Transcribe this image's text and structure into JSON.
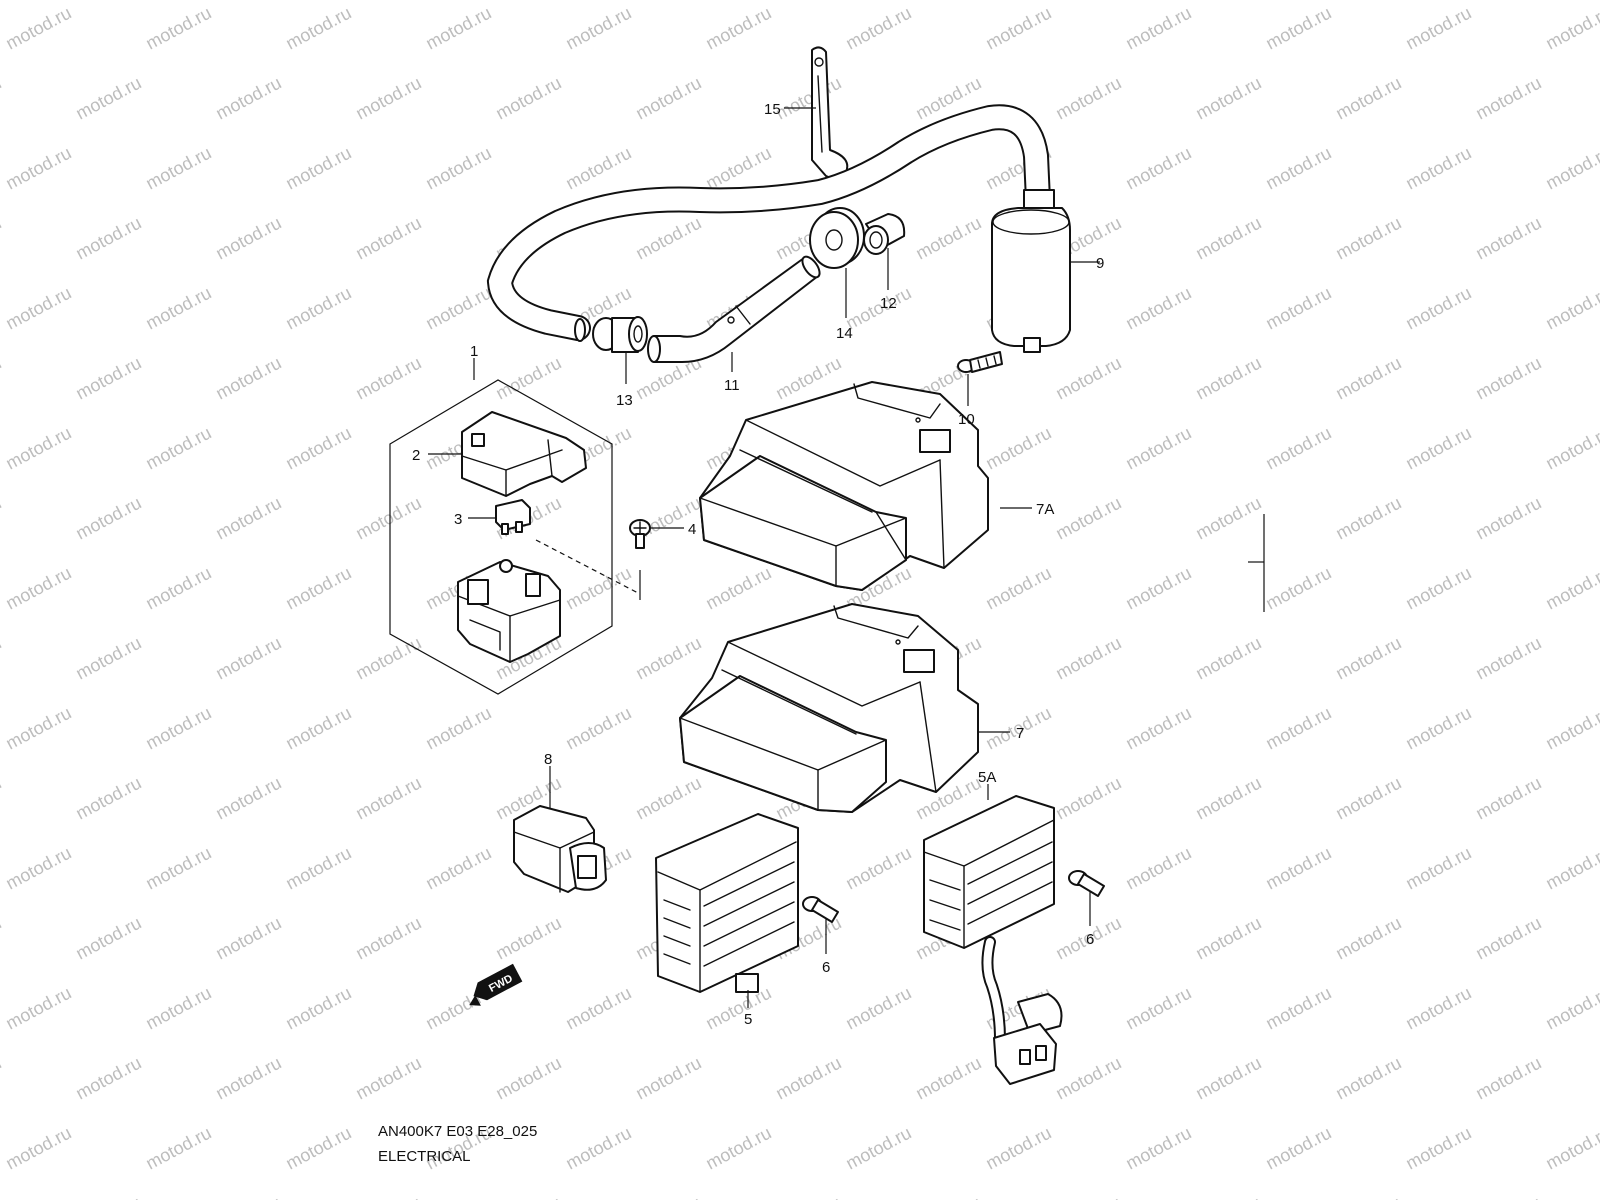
{
  "watermark": "motod.ru",
  "diagram": {
    "code": "AN400K7 E03 E28_025",
    "title": "ELECTRICAL",
    "fwd_badge": "FWD",
    "callouts": {
      "c1": "1",
      "c2": "2",
      "c3": "3",
      "c4": "4",
      "c5": "5",
      "c5a": "5A",
      "c6a": "6",
      "c6b": "6",
      "c7": "7",
      "c7a": "7A",
      "c8": "8",
      "c9": "9",
      "c10": "10",
      "c11": "11",
      "c12": "12",
      "c13": "13",
      "c14": "14",
      "c15": "15"
    }
  },
  "colors": {
    "line": "#111111",
    "watermark": "#bdbdbd",
    "background": "#ffffff"
  }
}
